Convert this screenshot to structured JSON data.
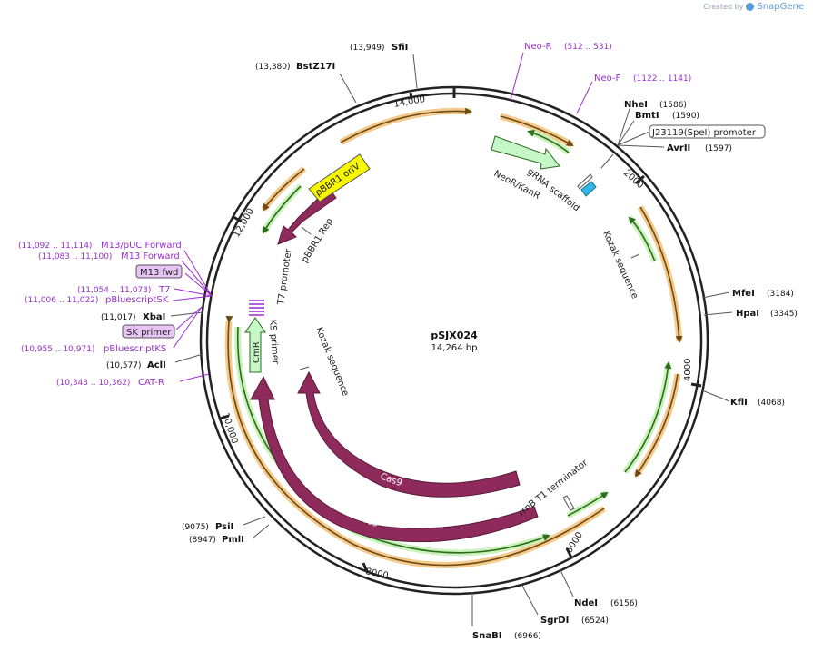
{
  "credit": {
    "prefix": "Created by",
    "brand": "SnapGene"
  },
  "plasmid": {
    "name": "pSJX024",
    "size": "14,264 bp"
  },
  "ticks": [
    {
      "id": "t2000",
      "label": "2000"
    },
    {
      "id": "t4000",
      "label": "4000"
    },
    {
      "id": "t6000",
      "label": "6000"
    },
    {
      "id": "t8000",
      "label": "8000"
    },
    {
      "id": "t10000",
      "label": "10,000"
    },
    {
      "id": "t12000",
      "label": "12,000"
    },
    {
      "id": "t14000",
      "label": "14,000"
    }
  ],
  "enzymes": [
    {
      "id": "sfii",
      "name": "SfiI",
      "pos": "(13,949)"
    },
    {
      "id": "bstz17i",
      "name": "BstZ17I",
      "pos": "(13,380)"
    },
    {
      "id": "nhei",
      "name": "NheI",
      "pos": "(1586)"
    },
    {
      "id": "bmti",
      "name": "BmtI",
      "pos": "(1590)"
    },
    {
      "id": "avrii",
      "name": "AvrII",
      "pos": "(1597)"
    },
    {
      "id": "mfei",
      "name": "MfeI",
      "pos": "(3184)"
    },
    {
      "id": "hpai",
      "name": "HpaI",
      "pos": "(3345)"
    },
    {
      "id": "kfli",
      "name": "KflI",
      "pos": "(4068)"
    },
    {
      "id": "ndei",
      "name": "NdeI",
      "pos": "(6156)"
    },
    {
      "id": "sgrdi",
      "name": "SgrDI",
      "pos": "(6524)"
    },
    {
      "id": "snabi",
      "name": "SnaBI",
      "pos": "(6966)"
    },
    {
      "id": "psii",
      "name": "PsiI",
      "pos": "(9075)"
    },
    {
      "id": "pmli",
      "name": "PmlI",
      "pos": "(8947)"
    },
    {
      "id": "xbai",
      "name": "XbaI",
      "pos": "(11,017)"
    },
    {
      "id": "acli",
      "name": "AclI",
      "pos": "(10,577)"
    }
  ],
  "primers": [
    {
      "id": "neo-r",
      "name": "Neo-R",
      "range": "(512 .. 531)"
    },
    {
      "id": "neo-f",
      "name": "Neo-F",
      "range": "(1122 .. 1141)"
    },
    {
      "id": "m13puc",
      "name": "M13/pUC Forward",
      "range": "(11,092 .. 11,114)"
    },
    {
      "id": "m13fwd",
      "name": "M13 Forward",
      "range": "(11,083 .. 11,100)"
    },
    {
      "id": "m13box",
      "name": "M13 fwd",
      "range": ""
    },
    {
      "id": "t7",
      "name": "T7",
      "range": "(11,054 .. 11,073)"
    },
    {
      "id": "pbssk",
      "name": "pBluescriptSK",
      "range": "(11,006 .. 11,022)"
    },
    {
      "id": "skbox",
      "name": "SK primer",
      "range": ""
    },
    {
      "id": "pbsks",
      "name": "pBluescriptKS",
      "range": "(10,955 .. 10,971)"
    },
    {
      "id": "catr",
      "name": "CAT-R",
      "range": "(10,343 .. 10,362)"
    }
  ],
  "features": {
    "j23119": "J23119(SpeI) promoter",
    "neor": "NeoR/KanR",
    "grna": "gRNA scaffold",
    "kozak_outer": "Kozak sequence",
    "kozak_inner": "Kozak sequence",
    "pbbr1_oriv": "pBBR1 oriV",
    "pbbr1_rep": "pBBR1 Rep",
    "t7_promoter": "T7 promoter",
    "ks_primer": "KS primer",
    "cmr": "CmR",
    "cas9_inner": "Cas9",
    "cas9_outer": "Cas9",
    "rrnb": "rrnB T1 terminator"
  },
  "colors": {
    "orf_orange": "#f5a623",
    "orf_green": "#b8f0a6",
    "cas9": "#8e2a5c",
    "oriv": "#f7f700",
    "primer": "#9b2fcf",
    "gene_green": "#c6f7c8",
    "grna_blue": "#30b8e6"
  }
}
